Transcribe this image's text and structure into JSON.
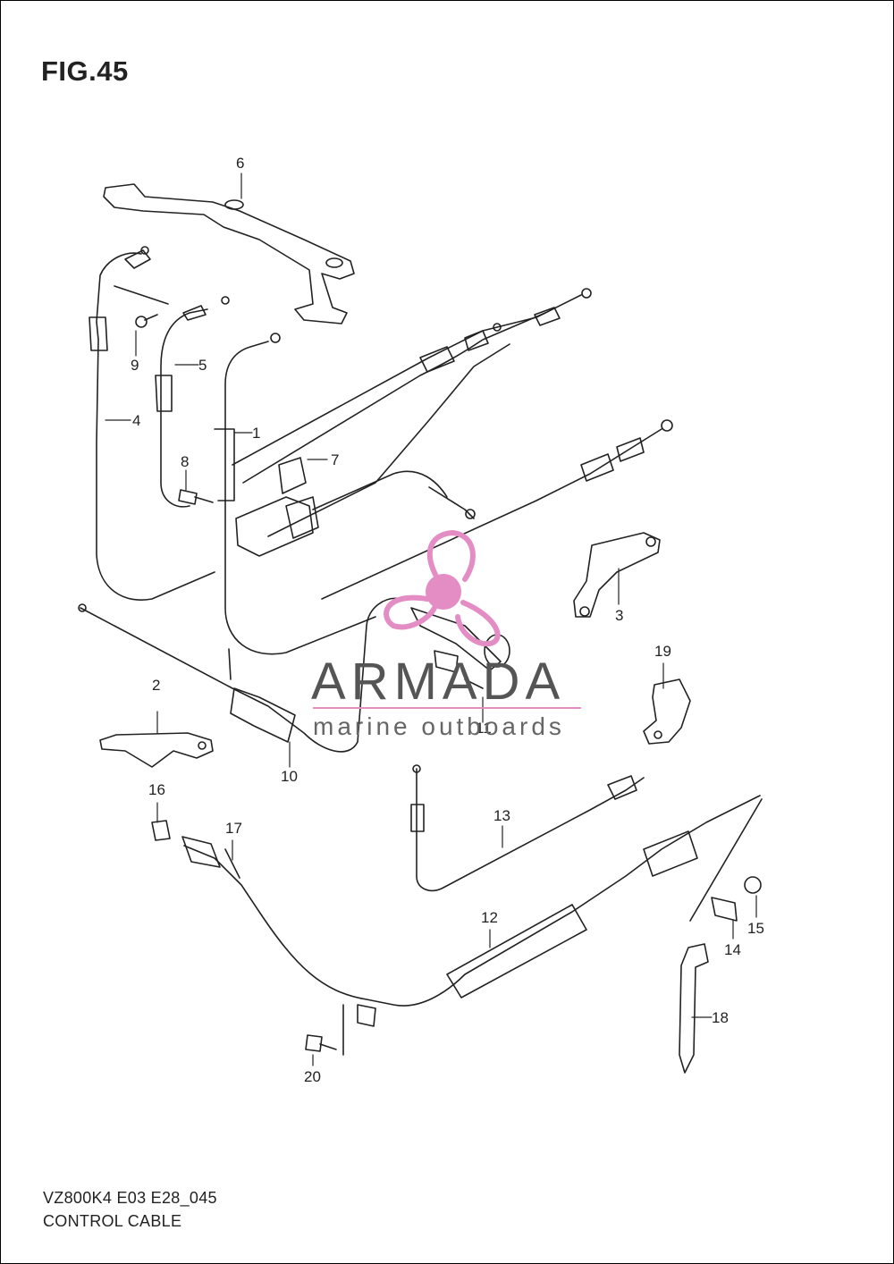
{
  "figure": {
    "title": "FIG.45",
    "footer_code": "VZ800K4 E03 E28_045",
    "footer_name": "CONTROL CABLE"
  },
  "callouts": [
    "1",
    "2",
    "3",
    "4",
    "5",
    "6",
    "7",
    "8",
    "9",
    "10",
    "11",
    "12",
    "13",
    "14",
    "15",
    "16",
    "17",
    "18",
    "19",
    "20"
  ],
  "watermark": {
    "name": "ARMADA",
    "tagline": "marine outboards",
    "color": "#e48cc4"
  },
  "colors": {
    "line": "#222222",
    "text": "#222222",
    "background": "#ffffff"
  }
}
